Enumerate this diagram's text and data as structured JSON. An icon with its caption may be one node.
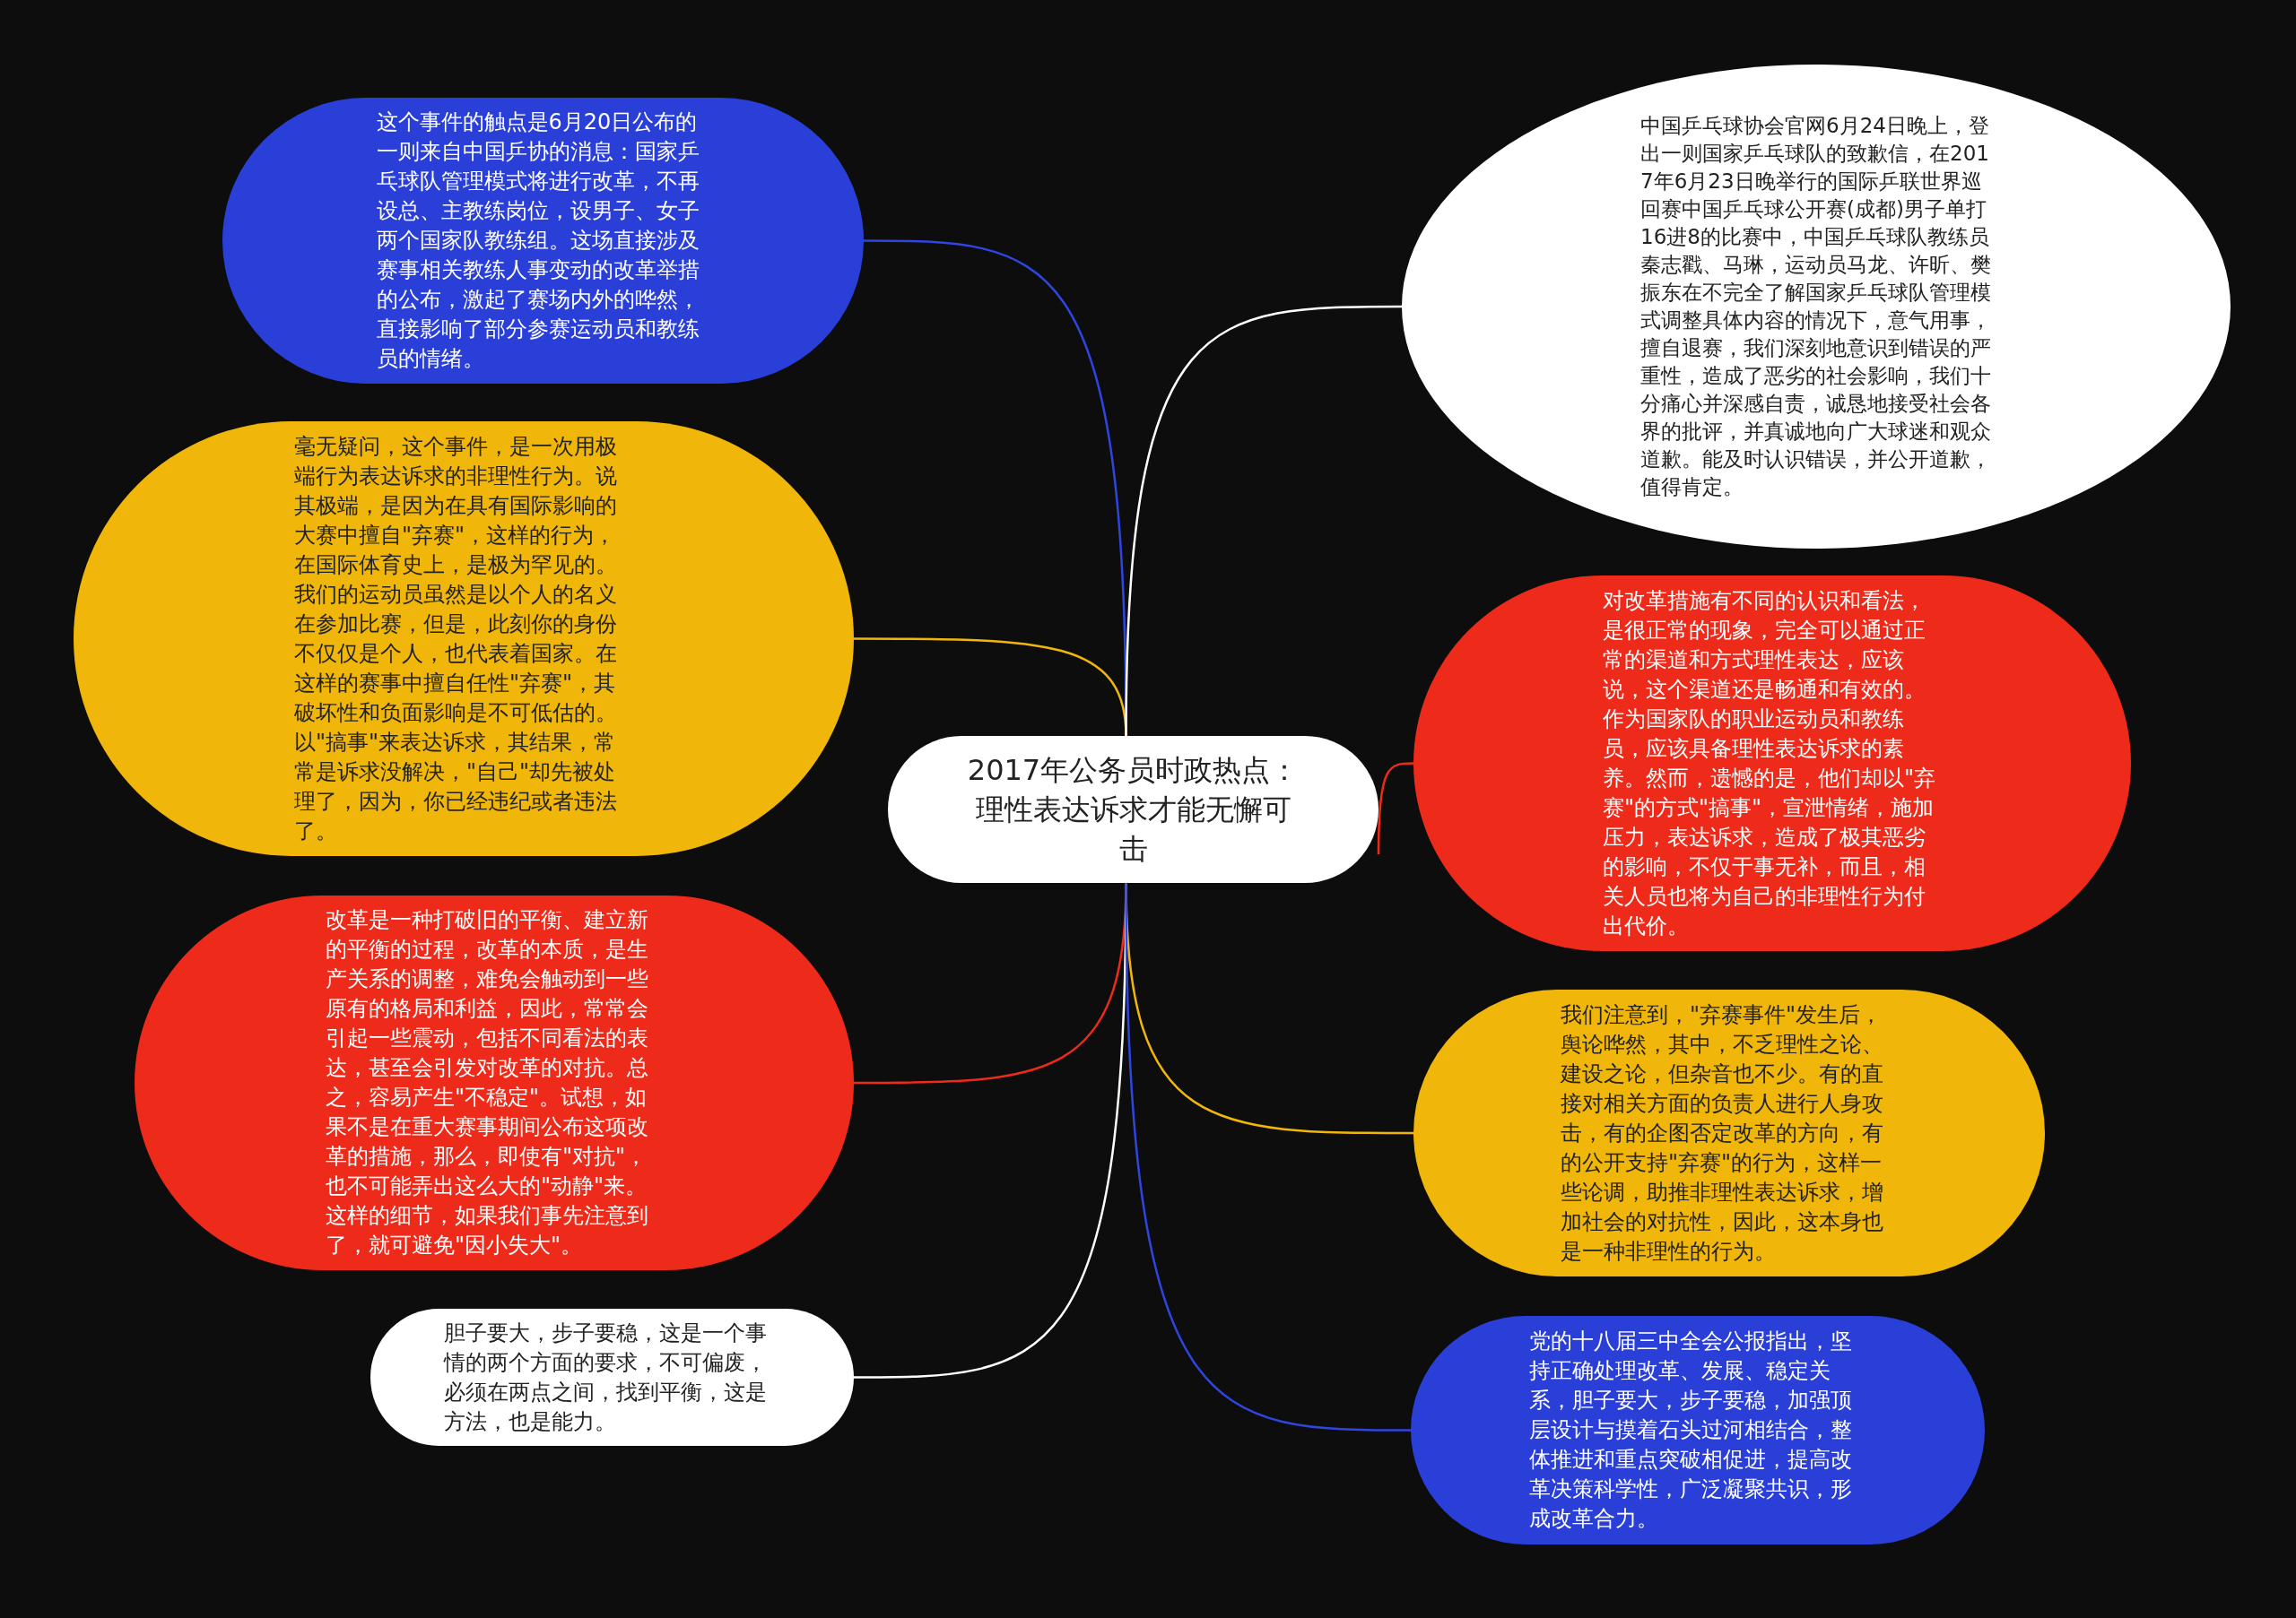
{
  "diagram": {
    "nodes": [
      {
        "text": [
          "2017年公务员时政热点：理性表达诉求才能无懈可击"
        ]
      },
      {
        "text": [
          "这个事件的触点是6月20日公布的一则来自中国乒协的消息：国家乒乓球队管理模式将进行改革，不再设总、主教练岗位，设男子、女子两个国家队教练组。这场直接涉及赛事相关教练人事变动的改革举措的公布，激起了赛场内外的哗然，直接影响了部分参赛运动员和教练员的情绪。"
        ]
      },
      {
        "text": [
          "毫无疑问，这个事件，是一次用极端行为表达诉求的非理性行为。说其极端，是因为在具有国际影响的大赛中擅自\"弃赛\"，这样的行为，在国际体育史上，是极为罕见的。我们的运动员虽然是以个人的名义在参加比赛，但是，此刻你的身份不仅仅是个人，也代表着国家。在这样的赛事中擅自任性\"弃赛\"，其破坏性和负面影响是不可低估的。以\"搞事\"来表达诉求，其结果，常常是诉求没解决，\"自己\"却先被处理了，因为，你已经违纪或者违法了。"
        ]
      },
      {
        "text": [
          "改革是一种打破旧的平衡、建立新的平衡的过程，改革的本质，是生产关系的调整，难免会触动到一些原有的格局和利益，因此，常常会引起一些震动，包括不同看法的表达，甚至会引发对改革的对抗。总之，容易产生\"不稳定\"。试想，如果不是在重大赛事期间公布这项改革的措施，那么，即使有\"对抗\"，也不可能弄出这么大的\"动静\"来。这样的细节，如果我们事先注意到了，就可避免\"因小失大\"。"
        ]
      },
      {
        "text": [
          "胆子要大，步子要稳，这是一个事情的两个方面的要求，不可偏废，必须在两点之间，找到平衡，这是方法，也是能力。"
        ]
      },
      {
        "text": [
          "中国乒乓球协会官网6月24日晚上，登出一则国家乒乓球队的致歉信，在2017年6月23日晚举行的国际乒联世界巡回赛中国乒乓球公开赛(成都)男子单打16进8的比赛中，中国乒乓球队教练员秦志戳、马琳，运动员马龙、许昕、樊振东在不完全了解国家乒乓球队管理模式调整具体内容的情况下，意气用事，擅自退赛，我们深刻地意识到错误的严重性，造成了恶劣的社会影响，我们十分痛心并深感自责，诚恳地接受社会各界的批评，并真诚地向广大球迷和观众道歉。能及时认识错误，并公开道歉，值得肯定。"
        ]
      },
      {
        "text": [
          "对改革措施有不同的认识和看法，是很正常的现象，完全可以通过正常的渠道和方式理性表达，应该说，这个渠道还是畅通和有效的。作为国家队的职业运动员和教练员，应该具备理性表达诉求的素养。然而，遗憾的是，他们却以\"弃赛\"的方式\"搞事\"，宣泄情绪，施加压力，表达诉求，造成了极其恶劣的影响，不仅于事无补，而且，相关人员也将为自己的非理性行为付出代价。"
        ]
      },
      {
        "text": [
          "我们注意到，\"弃赛事件\"发生后，舆论哗然，其中，不乏理性之论、建设之论，但杂音也不少。有的直接对相关方面的负责人进行人身攻击，有的企图否定改革的方向，有的公开支持\"弃赛\"的行为，这样一些论调，助推非理性表达诉求，增加社会的对抗性，因此，这本身也是一种非理性的行为。"
        ]
      },
      {
        "text": [
          "党的十八届三中全会公报指出，坚持正确处理改革、发展、稳定关系，胆子要大，步子要稳，加强顶层设计与摸着石头过河相结合，整体推进和重点突破相促进，提高改革决策科学性，广泛凝聚共识，形成改革合力。"
        ]
      }
    ],
    "edges": [
      {
        "from": 0,
        "to": 1,
        "arrow": "none",
        "color": "#2f45e0"
      },
      {
        "from": 0,
        "to": 2,
        "arrow": "none",
        "color": "#f0b60a"
      },
      {
        "from": 0,
        "to": 3,
        "arrow": "none",
        "color": "#ee2a1a"
      },
      {
        "from": 0,
        "to": 4,
        "arrow": "none",
        "color": "#ffffff"
      },
      {
        "from": 0,
        "to": 5,
        "arrow": "none",
        "color": "#ffffff"
      },
      {
        "from": 0,
        "to": 6,
        "arrow": "none",
        "color": "#ee2a1a"
      },
      {
        "from": 0,
        "to": 7,
        "arrow": "none",
        "color": "#f0b60a"
      },
      {
        "from": 0,
        "to": 8,
        "arrow": "none",
        "color": "#2f45e0"
      }
    ]
  }
}
